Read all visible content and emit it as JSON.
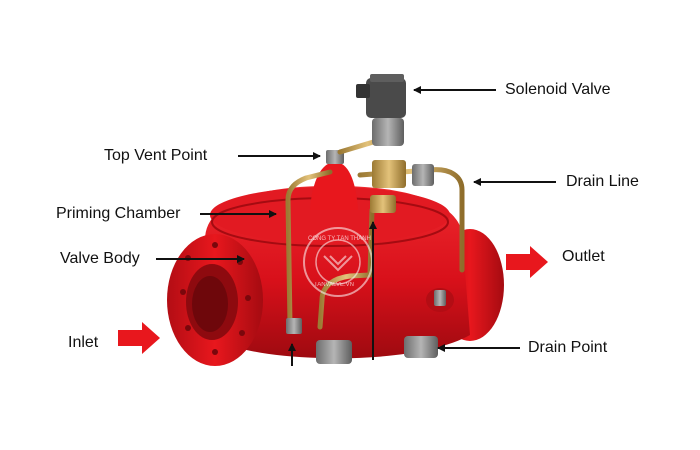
{
  "labels": {
    "solenoid_valve": "Solenoid Valve",
    "top_vent_point": "Top Vent Point",
    "drain_line": "Drain Line",
    "priming_chamber": "Priming Chamber",
    "valve_body": "Valve Body",
    "outlet": "Outlet",
    "inlet": "Inlet",
    "drain_point": "Drain Point"
  },
  "watermark": {
    "top_text": "CÔNG TY TÂN THÀNH",
    "bottom_text": "TANVALVE.VN"
  },
  "colors": {
    "valve_red": "#d8101a",
    "valve_dark": "#a90c12",
    "brass": "#c39a4e",
    "flow_arrow": "#e8171d",
    "leader": "#111111"
  }
}
